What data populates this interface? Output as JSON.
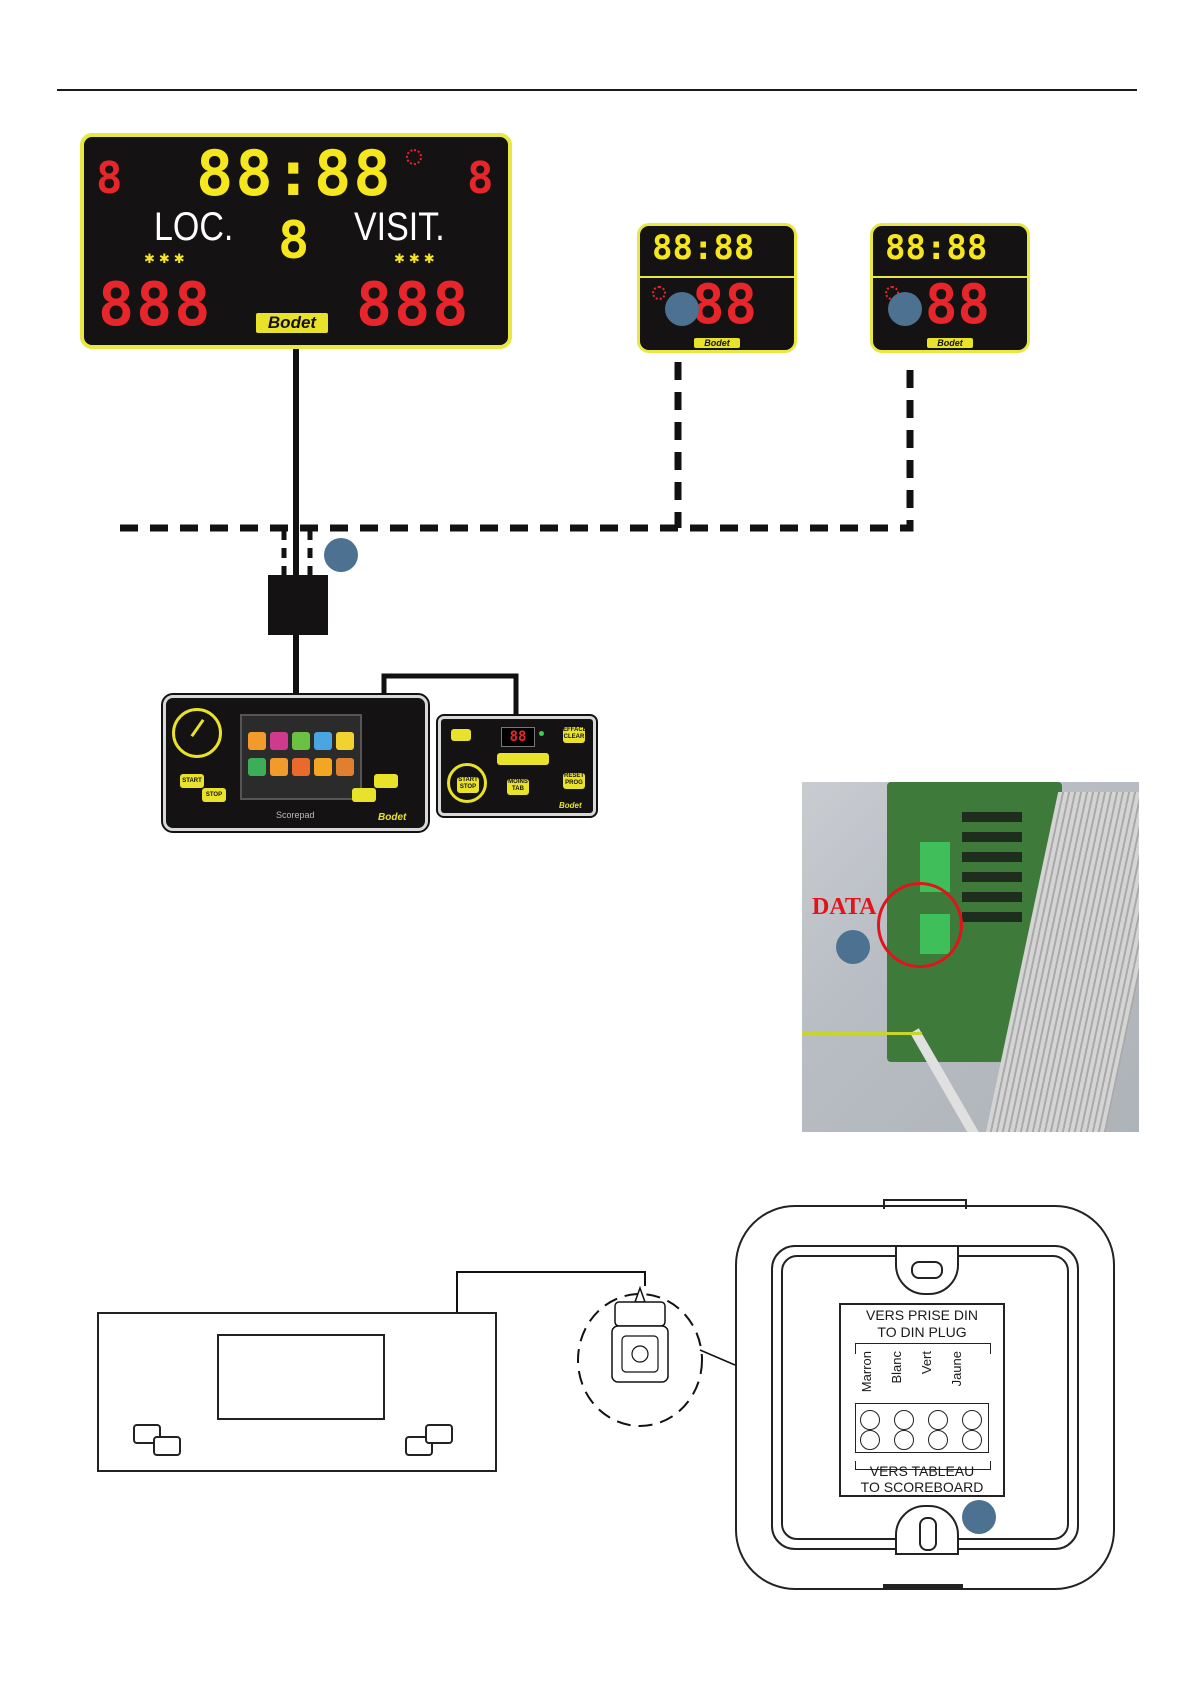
{
  "main_scoreboard": {
    "timer": "88:88",
    "period_left": "8",
    "period_right": "8",
    "home_label": "LOC.",
    "away_label": "VISIT.",
    "center_digit": "8",
    "home_score": "888",
    "away_score": "888",
    "brand": "Bodet"
  },
  "shot_clocks": [
    {
      "timer": "88:88",
      "count": "88",
      "brand": "Bodet"
    },
    {
      "timer": "88:88",
      "count": "88",
      "brand": "Bodet"
    }
  ],
  "scorepad": {
    "keys": {
      "start": "START",
      "stop": "STOP"
    },
    "label": "Scorepad",
    "brand": "Bodet"
  },
  "remote": {
    "display": "88",
    "keys": {
      "clear": "EFFACE CLEAR",
      "start_stop": "START STOP",
      "minus_tab": "MOINS TAB",
      "reset": "RESET PROG"
    },
    "brand": "Bodet"
  },
  "photo": {
    "label": "DATA"
  },
  "terminal_box": {
    "top_label_fr": "VERS PRISE DIN",
    "top_label_en": "TO DIN PLUG",
    "wires": [
      "Marron",
      "Blanc",
      "Vert",
      "Jaune"
    ],
    "bottom_label_fr": "VERS TABLEAU",
    "bottom_label_en": "TO SCOREBOARD"
  },
  "colors": {
    "segment_yellow": "#f5e61e",
    "segment_red": "#e6262b",
    "frame_yellow": "#e8e843",
    "marker_blue": "#4d7190",
    "panel_black": "#141212"
  }
}
